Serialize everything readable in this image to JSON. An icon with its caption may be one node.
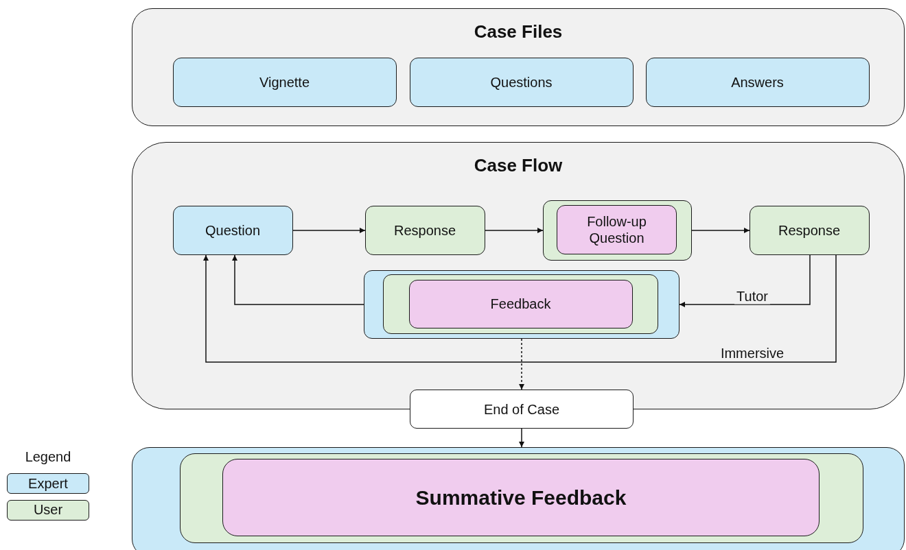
{
  "diagram": {
    "nodes": [
      {
        "text": [
          "Case Files"
        ]
      },
      {
        "text": [
          "Vignette"
        ],
        "in": 0
      },
      {
        "text": [
          "Questions"
        ],
        "in": 0
      },
      {
        "text": [
          "Answers"
        ],
        "in": 0
      },
      {
        "text": [
          "Case Flow"
        ]
      },
      {
        "text": [
          "Question"
        ],
        "in": 4
      },
      {
        "text": [
          "Response"
        ],
        "in": 4
      },
      {
        "text": [],
        "shape": "box",
        "in": 4
      },
      {
        "text": [
          "Follow-up Question"
        ],
        "in": 7
      },
      {
        "text": [
          "Response"
        ],
        "in": 4
      },
      {
        "text": [],
        "shape": "box",
        "in": 4
      },
      {
        "text": [],
        "shape": "box",
        "in": 10
      },
      {
        "text": [
          "Feedback"
        ],
        "in": 11
      },
      {
        "text": [
          "End of Case"
        ]
      },
      {
        "text": [],
        "shape": "box"
      },
      {
        "text": [],
        "shape": "box",
        "in": 14
      },
      {
        "text": [
          "Summative Feedback"
        ],
        "in": 15
      }
    ],
    "edges": [
      {
        "from": 5,
        "to": 6,
        "arrow": "to"
      },
      {
        "from": 6,
        "to": 7,
        "arrow": "to"
      },
      {
        "from": 7,
        "to": 9,
        "arrow": "to"
      },
      {
        "from": 9,
        "to": 10,
        "arrow": "to",
        "label": "Tutor"
      },
      {
        "from": 9,
        "to": 5,
        "arrow": "to",
        "label": "Immersive"
      },
      {
        "from": 10,
        "to": 5,
        "arrow": "to"
      },
      {
        "from": 10,
        "to": 13,
        "arrow": "to",
        "style": "dashed"
      },
      {
        "from": 13,
        "to": 14,
        "arrow": "to"
      }
    ],
    "labels": [
      "Legend"
    ],
    "legend": [
      {
        "text": "Expert",
        "color": "#c9e9f8"
      },
      {
        "text": "User",
        "color": "#ddeed8"
      }
    ]
  }
}
